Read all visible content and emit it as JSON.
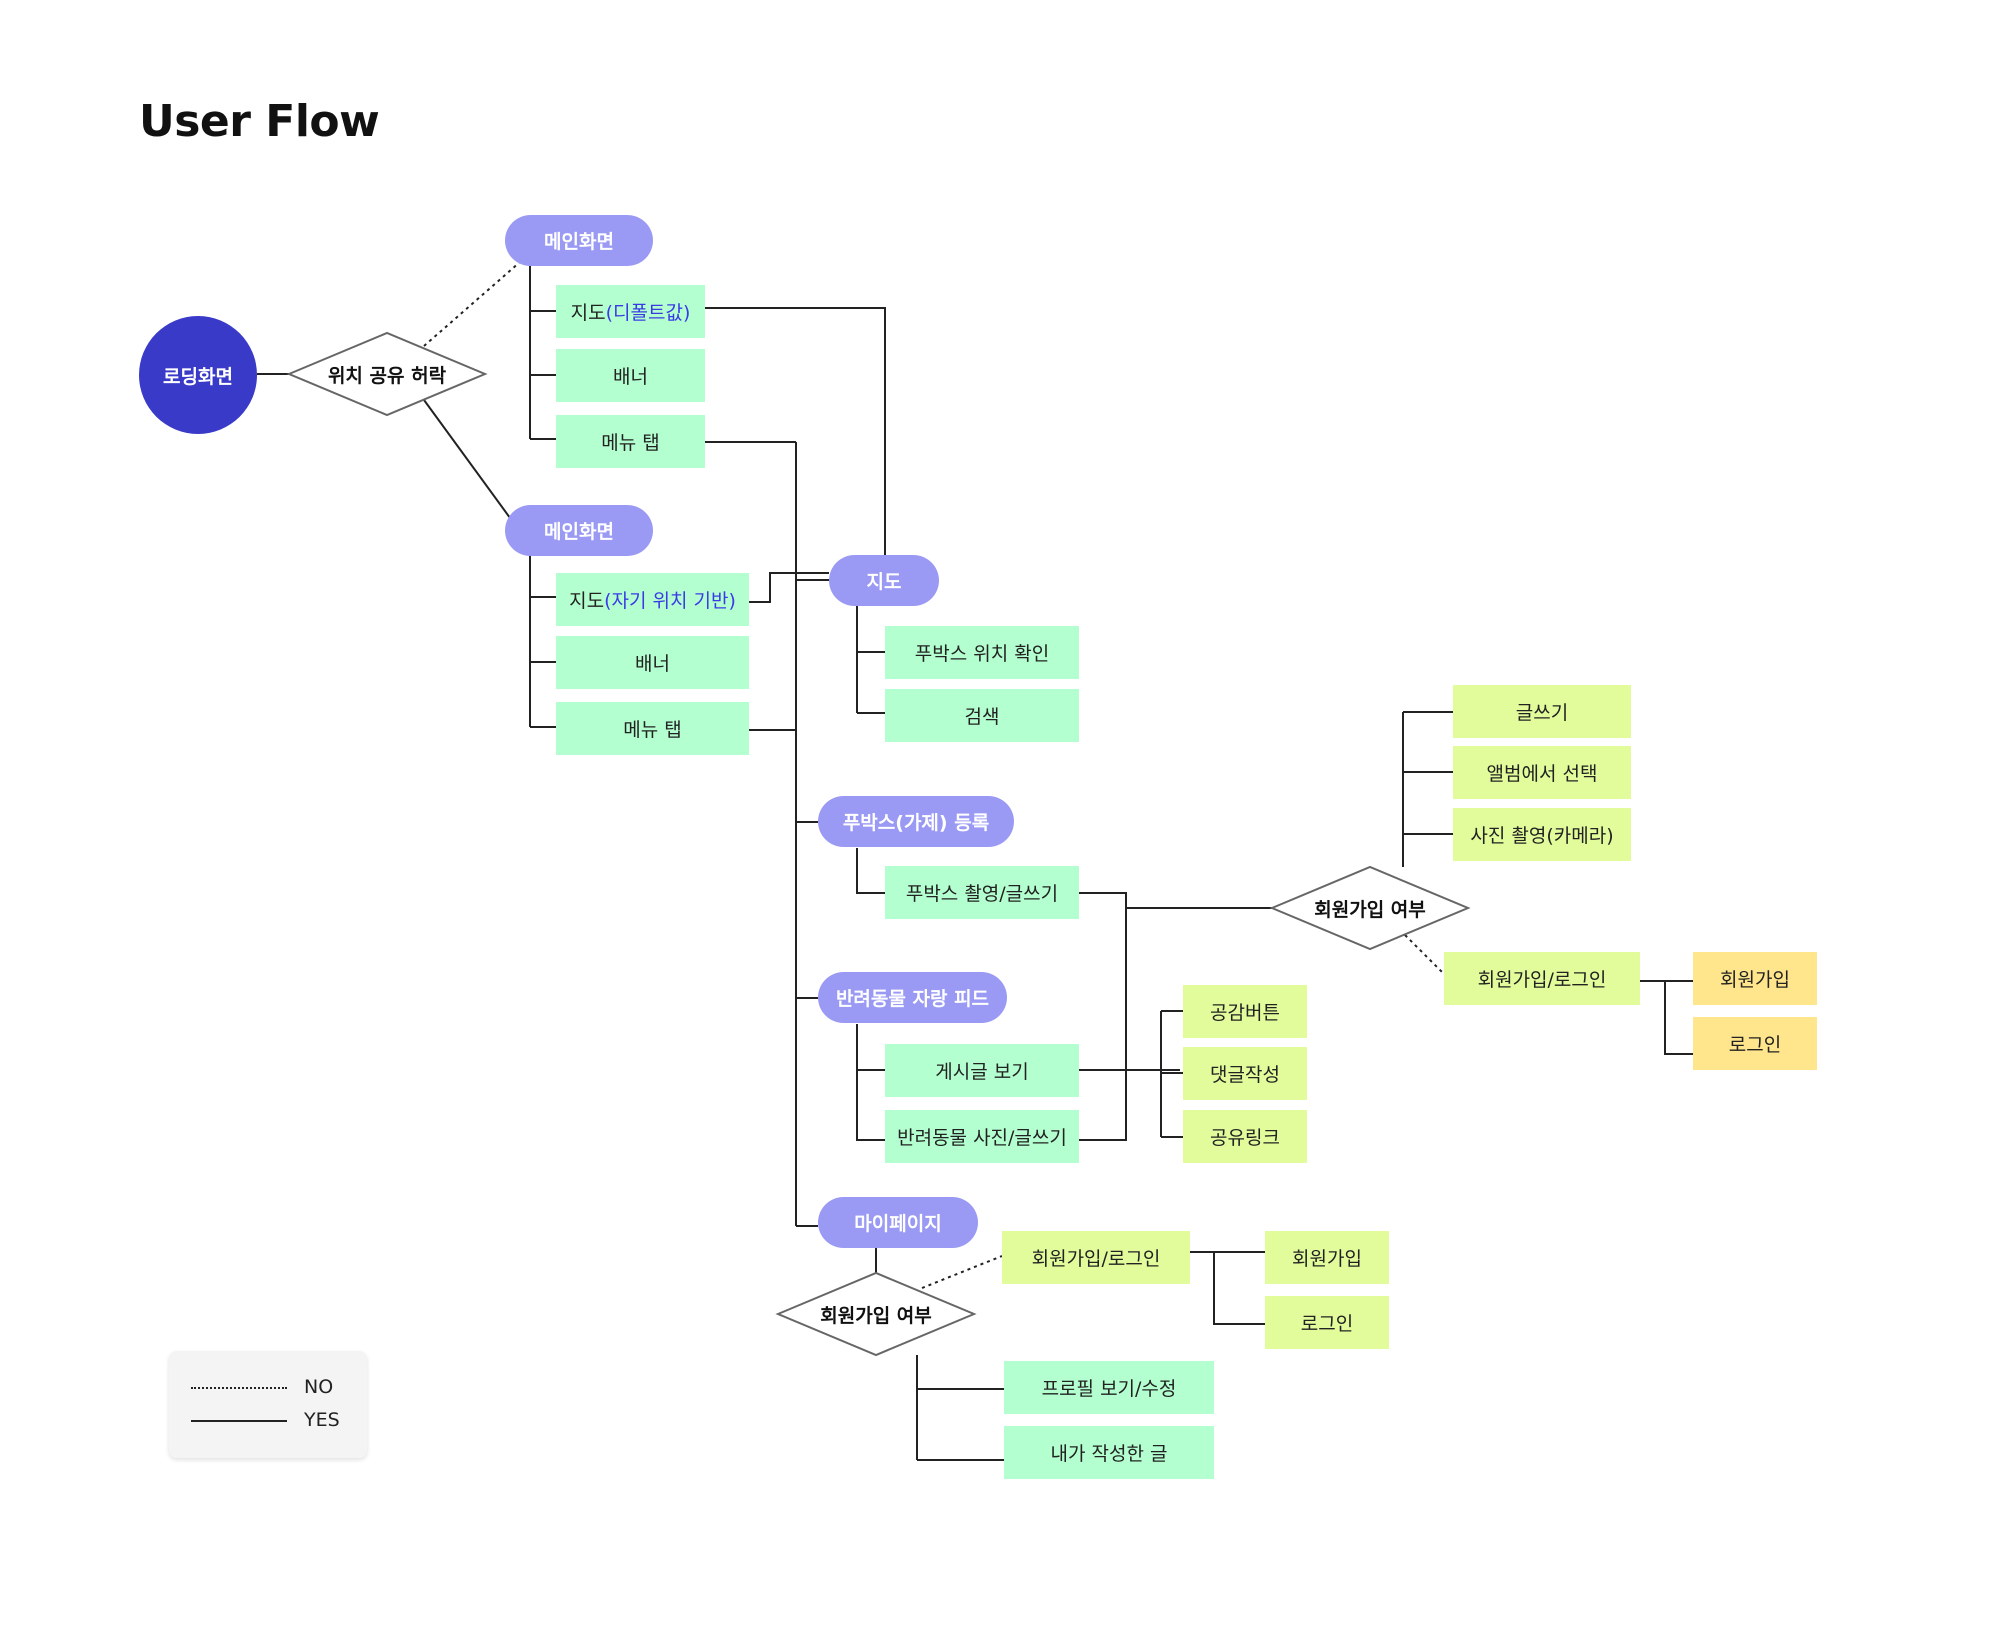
{
  "title": "User Flow",
  "nodes": {
    "loading": "로딩화면",
    "location_permission": "위치 공유 허락",
    "main_no": "메인화면",
    "map_default_prefix": "지도",
    "map_default_highlight": "(디폴트값)",
    "banner_no": "배너",
    "menu_tab_no": "메뉴 탭",
    "main_yes": "메인화면",
    "map_self_prefix": "지도",
    "map_self_highlight": "(자기 위치 기반)",
    "banner_yes": "배너",
    "menu_tab_yes": "메뉴 탭",
    "map": "지도",
    "foodbox_location": "푸박스 위치 확인",
    "search": "검색",
    "foodbox_register": "푸박스(가제) 등록",
    "foodbox_shoot_write": "푸박스 촬영/글쓰기",
    "signup_check_1": "회원가입 여부",
    "write": "글쓰기",
    "select_from_album": "앨범에서 선택",
    "take_photo": "사진 촬영(카메라)",
    "signup_login_1": "회원가입/로그인",
    "signup_1": "회원가입",
    "login_1": "로그인",
    "pet_feed": "반려동물 자랑 피드",
    "view_post": "게시글 보기",
    "pet_photo_write": "반려동물 사진/글쓰기",
    "like_button": "공감버튼",
    "write_comment": "댓글작성",
    "share_link": "공유링크",
    "mypage": "마이페이지",
    "signup_check_2": "회원가입 여부",
    "signup_login_2": "회원가입/로그인",
    "signup_2": "회원가입",
    "login_2": "로그인",
    "profile_view_edit": "프로필 보기/수정",
    "my_posts": "내가 작성한 글"
  },
  "legend": {
    "no": "NO",
    "yes": "YES"
  },
  "colors": {
    "start_circle": "#3a3ac8",
    "section_pill": "#9a9af5",
    "screen_box": "#b3ffcf",
    "action_box": "#e2fc9b",
    "auth_box": "#ffe58c",
    "highlight_text": "#3b3be6",
    "connector": "#222222"
  }
}
